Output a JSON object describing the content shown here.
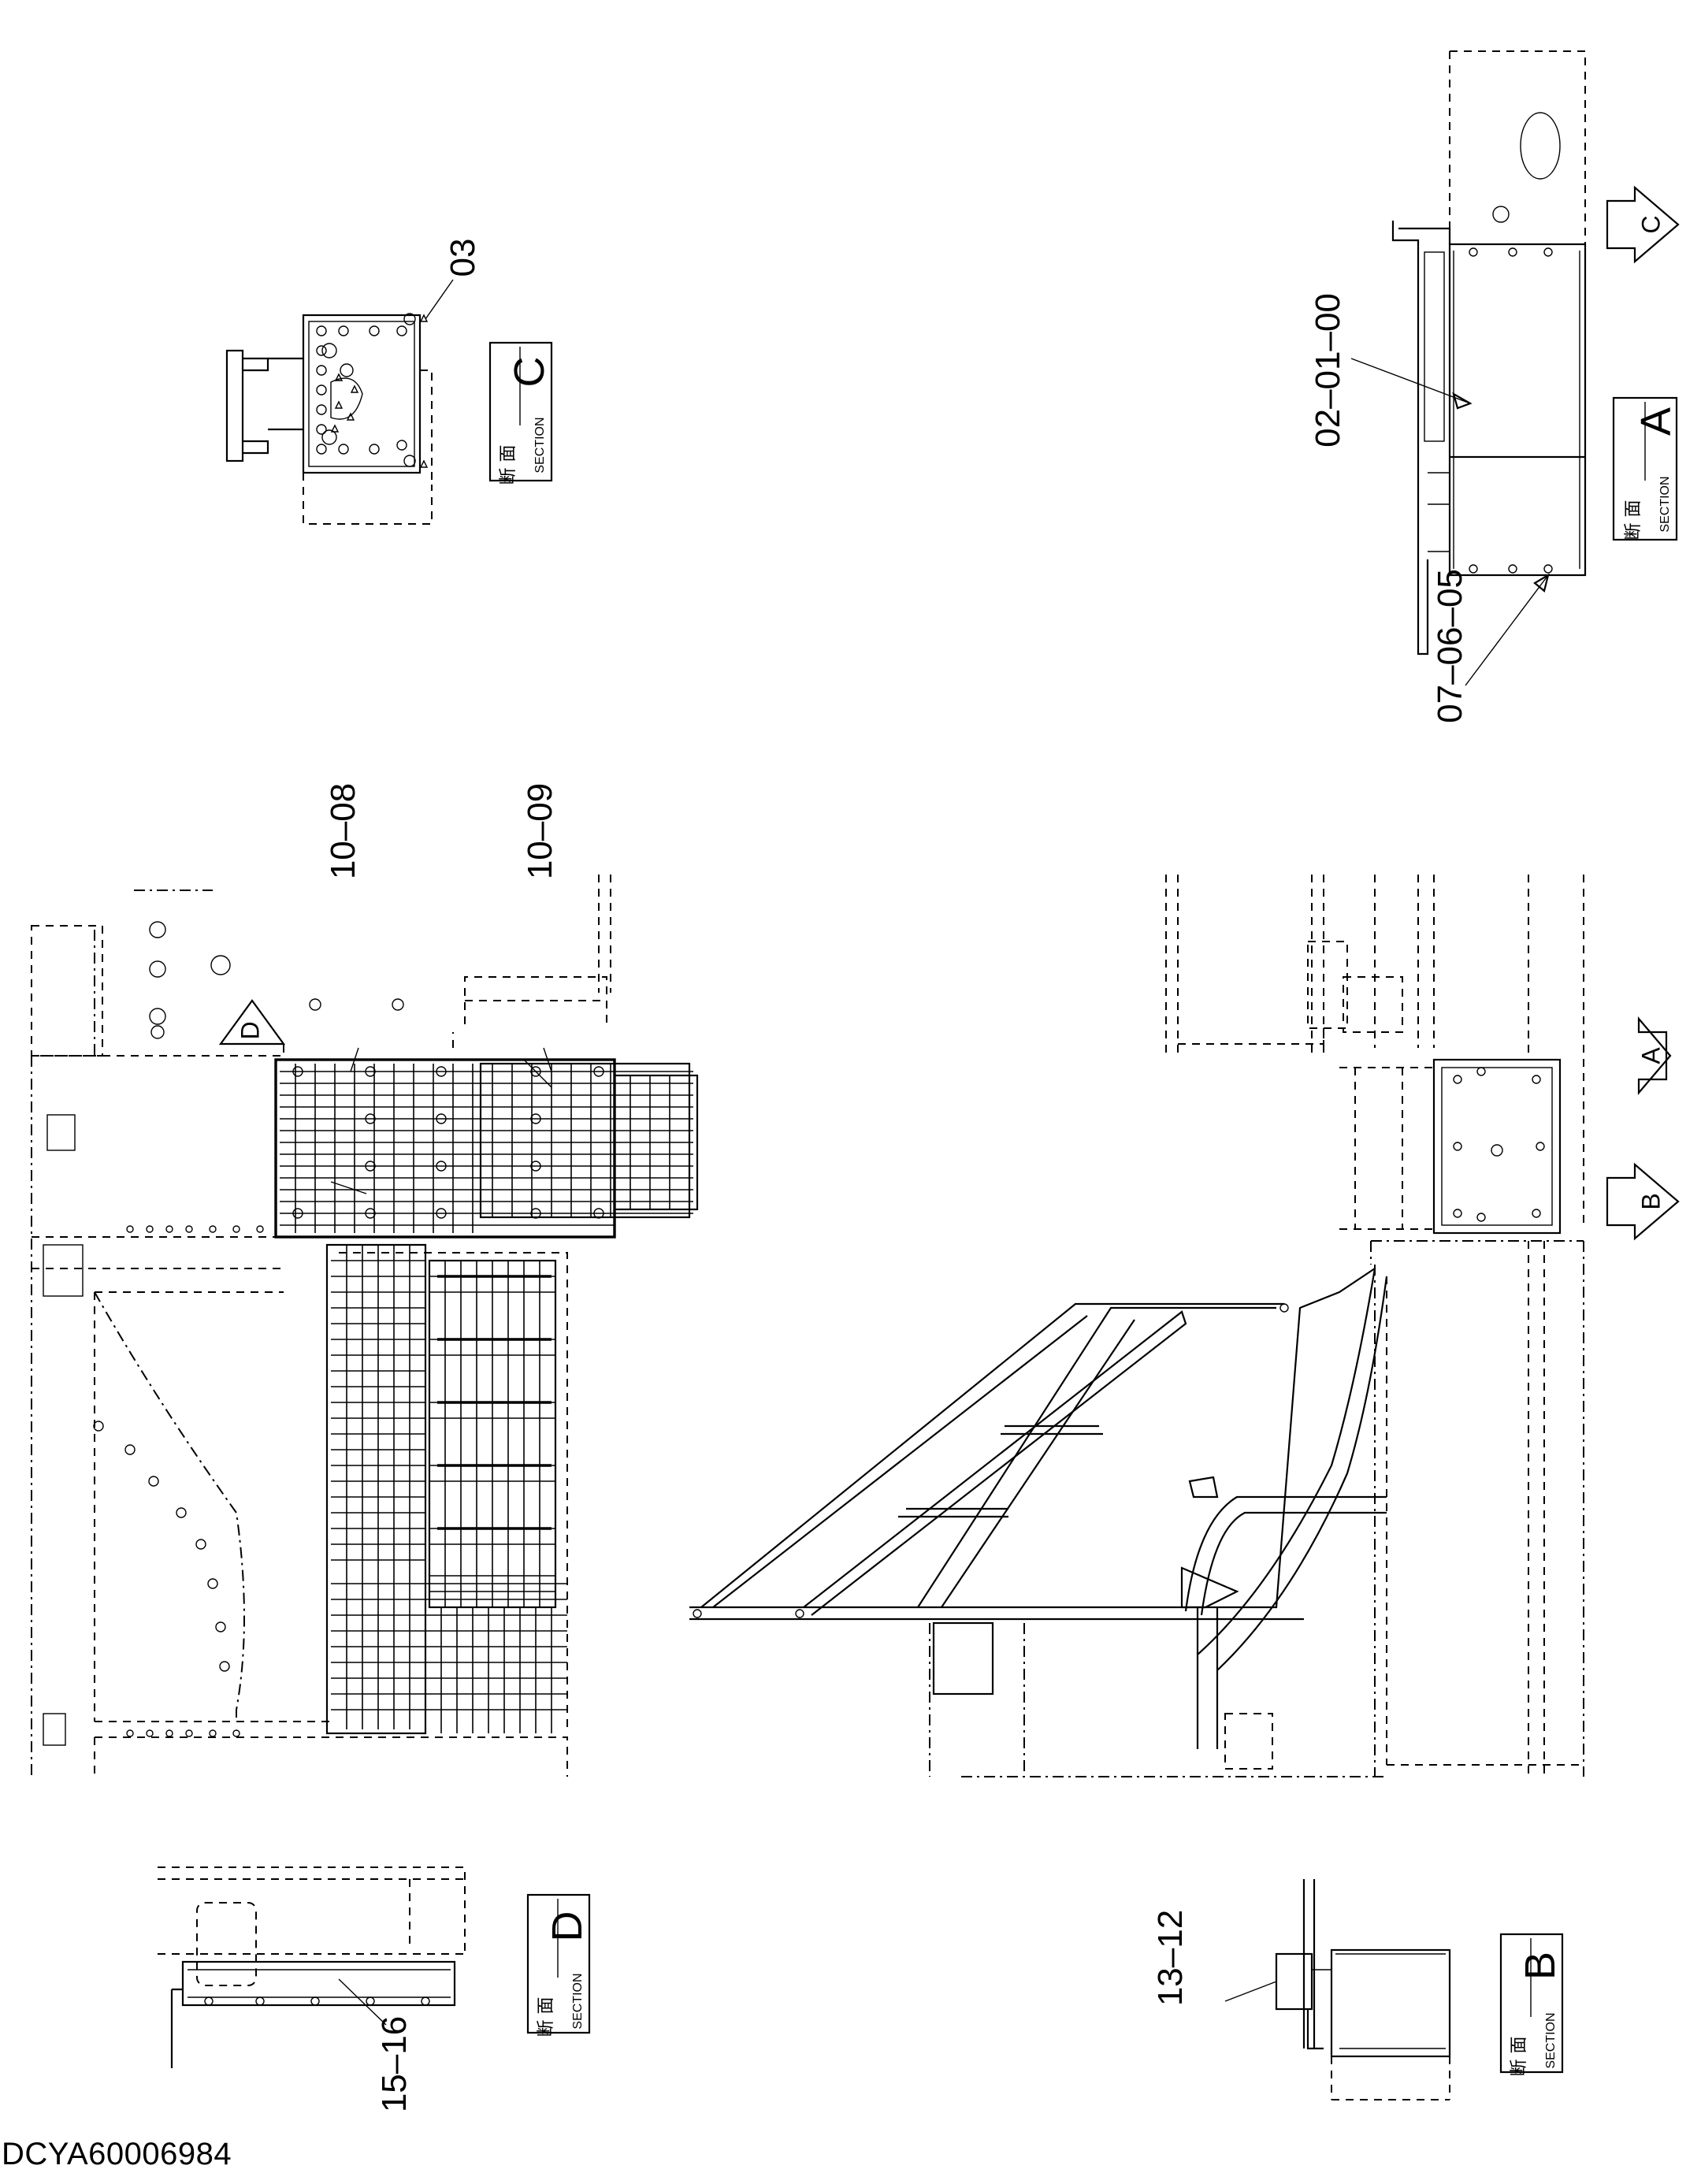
{
  "document_id": "DCYA60006984",
  "section_caption_cn": "断 面",
  "section_caption_en": "SECTION",
  "sections": [
    {
      "letter": "A"
    },
    {
      "letter": "B"
    },
    {
      "letter": "C"
    },
    {
      "letter": "D"
    }
  ],
  "view_arrows": [
    {
      "letter": "C"
    },
    {
      "letter": "A"
    },
    {
      "letter": "B"
    },
    {
      "letter": "D"
    }
  ],
  "callouts": [
    {
      "text": "03"
    },
    {
      "text": "02–01–00"
    },
    {
      "text": "07–06–05"
    },
    {
      "text": "10–08"
    },
    {
      "text": "10–09"
    },
    {
      "text": "13–12"
    },
    {
      "text": "15–16"
    }
  ]
}
